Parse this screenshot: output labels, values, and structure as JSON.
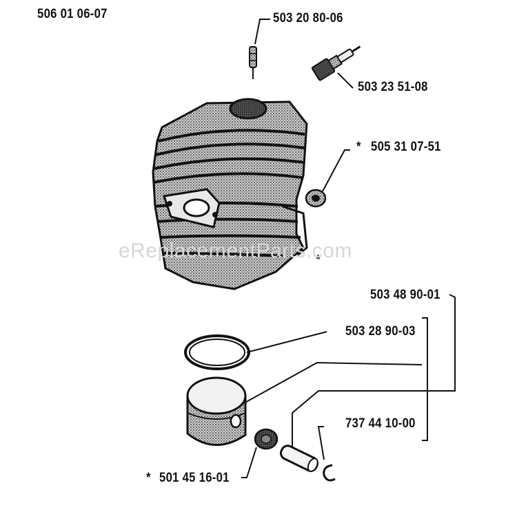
{
  "diagram": {
    "assembly_number": "506 01 06-07",
    "watermark": "eReplacementParts.com",
    "parts": [
      {
        "id": "spring-pin",
        "number": "503 20 80-06",
        "asterisk": false
      },
      {
        "id": "spark-plug",
        "number": "503 23 51-08",
        "asterisk": false
      },
      {
        "id": "decompression-valve",
        "number": "505 31 07-51",
        "asterisk": true
      },
      {
        "id": "piston-kit",
        "number": "503 48 90-01",
        "asterisk": false
      },
      {
        "id": "piston-ring",
        "number": "503 28 90-03",
        "asterisk": false
      },
      {
        "id": "piston-pin-set",
        "number": "737 44 10-00",
        "asterisk": false
      },
      {
        "id": "needle-bearing",
        "number": "501 45 16-01",
        "asterisk": true
      }
    ],
    "asterisk_symbol": "*"
  },
  "colors": {
    "ink": "#111111",
    "watermark": "#d6d6d6",
    "background": "#ffffff"
  }
}
